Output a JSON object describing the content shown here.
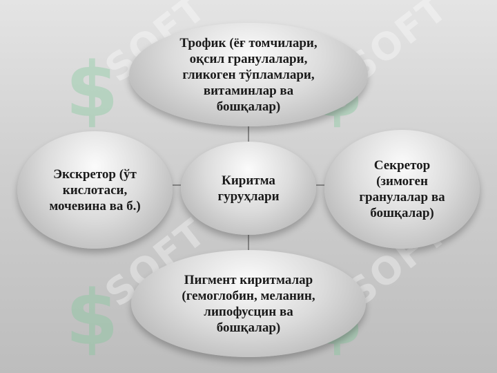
{
  "diagram": {
    "center": "Киритма\nгуруҳлари",
    "top": "Трофик (ёғ томчилари,\nоқсил гранулалари,\nгликоген тўпламлари,\nвитаминлар ва\nбошқалар)",
    "left": "Экскретор (ўт\nкислотаси,\nмочевина ва б.)",
    "right": "Секретор\n(зимоген\nгранулалар ва\nбошқалар)",
    "bottom": "Пигмент киритмалар\n(гемоглобин, меланин,\nлипофусцин ва\nбошқалар)"
  },
  "watermark": {
    "text": "SOFT",
    "logo_glyph": "$",
    "color": "#78c896"
  }
}
